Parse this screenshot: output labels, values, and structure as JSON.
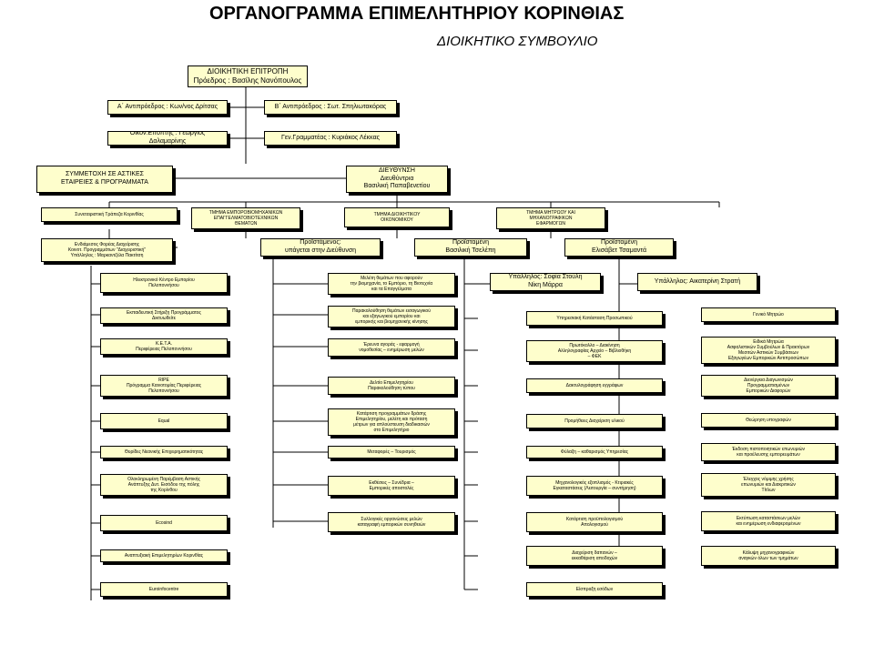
{
  "title": "ΟΡΓΑΝΟΓΡΑΜΜΑ ΕΠΙΜΕΛΗΤΗΡΙΟΥ ΚΟΡΙΝΘΙΑΣ",
  "subtitle": "ΔΙΟΙΚΗΤΙΚΟ ΣΥΜΒΟΥΛΙΟ",
  "executive": {
    "line1": "ΔΙΟΙΚΗΤΙΚΗ ΕΠΙΤΡΟΠΗ",
    "line2": "Πρόεδρος : Βασίλης Νανόπουλος"
  },
  "vice_a": "Α΄ Αντιπρόεδρος : Κων/νος Δρίτσας",
  "vice_b": "Β΄ Αντιπρόεδρος : Σωτ. Σπηλιωτακόρας",
  "treasurer": "Οικον.Επόπτης : Γεώργιος Δαλαμαρίνης",
  "secretary": "Γεν.Γραμματέας : Κυριάκος Λέκκας",
  "participations": "ΣΥΜΜΕΤΟΧΗ ΣΕ ΑΣΤΙΚΕΣ\nΕΤΑΙΡΕΙΕΣ & ΠΡΟΓΡΑΜΜΑΤΑ",
  "direction": "ΔΙΕΥΘΥΝΣΗ\nΔιευθύντρια\nΒασιλική Παπαβενετίου",
  "coop_bank": "Συνεταιριστική Τράπεζα Κορινθίας",
  "departments": [
    "ΤΜΗΜΑ ΕΜΠΟΡΟΒΙΟΜΗΧΑΝΙΚΩΝ\nΕΠΑΓΓΕΛΜΑΤΟΒΙΟΤΕΧΝΙΚΩΝ\nΘΕΜΑΤΩΝ",
    "ΤΜΗΜΑ ΔΙΟΙΚΗΤΙΚΟΥ\nΟΙΚΟΝΟΜΙΚΟΥ",
    "ΤΜΗΜΑ ΜΗΤΡΩΟΥ ΚΑΙ\nΜΗΧΑΝΟΓΡΑΦΙΚΩΝ\nΕΦΑΡΜΟΓΩΝ"
  ],
  "heads": {
    "intermediate": "Ενδιάμεσος Φορέας Διαχείρισης\nΚοινοτ. Προγραμμάτων \"Διαχειριστική\"\nΥπάλληλος : Μαρκαντζέλα Πακτίτση",
    "dept1": "Προϊστάμενος:\nυπάγεται στην Διεύθυνση",
    "dept2": "Προϊσταμένη\nΒασιλική Τσελέπη",
    "dept3": "Προϊσταμένη\nΕλισάβετ Τσαμαντά"
  },
  "staff": {
    "dept2": "Υπάλληλος: Σοφία Στούλη\nΝίκη Μάρρα",
    "dept3": "Υπάλληλος: Αικατερίνη Στρατή"
  },
  "col_a": [
    "Ηλεκτρονικό Κέντρο Εμπορίου\nΠελοποννήσου",
    "Εκπαιδευτική Στήριξη Προγράμματος\nΔικτυωθείτε",
    "Κ.Ε.Τ.Α.\nΠεριφέρειας Πελοποννήσου",
    "RIPE\nΠρόγραμμα Καινοτομίας Περιφέρειας\nΠελοποννήσου",
    "Equal",
    "Θυρίδες Νεανικής Επιχειρηματικότητας",
    "Ολοκληρωμένη Παρέμβαση Αστικής\nΑνάπτυξης Δυτ. Εισόδου της πόλης\nτης Κορίνθου",
    "Ecosind",
    "Αναπτυξιακή Επιμελητηρίων Κορινθίας",
    "Euroinfocentre"
  ],
  "col_b": [
    "Μελέτη θεμάτων που αφορούν\nτην βιομηχανία, το Εμπόριο, τη Βιοτεχνία\nκαι τα Επαγγέλματα",
    "Παρακολούθηση θεμάτων εισαγωγικού\nκαι εξαγωγικού εμπορίου και\nεμπορικής και βιομηχανικής κίνησης",
    "Έρευνα αγοράς - εφαρμογή\nνομοθεσίας – ενημέρωση μελών",
    "Δελτίο Επιμελητηρίου\nΠαρακολούθηση τύπου",
    "Κατάρτιση προγραμμάτων δράσης\nΕπιμελητηρίου, μελέτη και πρόταση\nμέτρων για απλούστευση διαδικασιών\nστο Επιμελητήριο",
    "Μεταφορές – Τουρισμός",
    "Εκθέσεις – Συνέδρια –\nΕμπορικές αποστολές",
    "Συλλογικές οργανώσεις μελών\nκαταγραφή εμπορικών συνηθειών"
  ],
  "col_c": [
    "Υπηρεσιακή Κατάσταση Προσωπικού",
    "Πρωτόκολλο – Διακίνηση\nΑλληλογραφίας Αρχείο – Βιβλιοθήκη\n– ΦΕΚ",
    "Δακτυλογράφηση εγγράφων",
    "Προμήθειες Διαχείριση υλικού",
    "Φύλαξη – καθαρισμός Υπηρεσίας",
    "Μηχανολογικός εξοπλισμός - Κτιριακές\nΕγκαταστάσεις (Λειτουργία – συντήρηση)",
    "Κατάρτιση προϋπολογισμού\nΑπολογισμού",
    "Διαχείριση δαπανών –\nεκκαθάριση αποδοχών",
    "Είσπραξη εσόδων"
  ],
  "col_d": [
    "Γενικό Μητρώο",
    "Ειδικά Μητρώα\nΑσφαλιστικών Συμβούλων & Πρακτόρων\nΜεσιτών Αστικών Συμβάσεων\nΕξαγωγέων Εμπορικών Αντιπροσώπων",
    "Διενέργεια Διαγωνισμών\nΠρογραμματισμένων\nΕμπορικών Διαφορών",
    "Θεώρηση υπογραφών",
    "Έκδοση πιστοποιητικών επωνυμιών\nκαι προέλευσης εμπορευμάτων",
    "Έλεγχος νόμιμης χρήσης\nεπωνυμιών και Διακριτικών\nΤίτλων",
    "Εκτύπωση καταστάσεων μελών\nκαι ενημέρωση ενδιαφερομένων",
    "Κάλυψη μηχανογραφικών\nαναγκών όλων των τμημάτων"
  ]
}
